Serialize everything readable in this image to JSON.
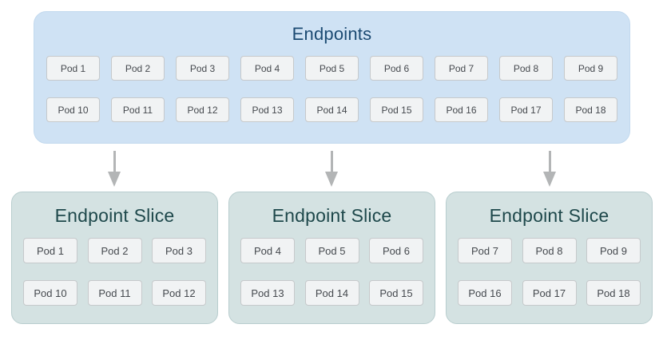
{
  "endpoints": {
    "title": "Endpoints",
    "pods_row1": [
      "Pod 1",
      "Pod 2",
      "Pod 3",
      "Pod 4",
      "Pod 5",
      "Pod 6",
      "Pod 7",
      "Pod 8",
      "Pod 9"
    ],
    "pods_row2": [
      "Pod 10",
      "Pod 11",
      "Pod 12",
      "Pod 13",
      "Pod 14",
      "Pod 15",
      "Pod 16",
      "Pod 17",
      "Pod 18"
    ]
  },
  "slices": [
    {
      "title": "Endpoint Slice",
      "pods_row1": [
        "Pod 1",
        "Pod 2",
        "Pod 3"
      ],
      "pods_row2": [
        "Pod 10",
        "Pod 11",
        "Pod 12"
      ]
    },
    {
      "title": "Endpoint Slice",
      "pods_row1": [
        "Pod 4",
        "Pod 5",
        "Pod 6"
      ],
      "pods_row2": [
        "Pod 13",
        "Pod 14",
        "Pod 15"
      ]
    },
    {
      "title": "Endpoint Slice",
      "pods_row1": [
        "Pod 7",
        "Pod 8",
        "Pod 9"
      ],
      "pods_row2": [
        "Pod 16",
        "Pod 17",
        "Pod 18"
      ]
    }
  ],
  "icons": {
    "arrow": "arrow-down-icon"
  },
  "colors": {
    "endpoints_box_bg": "#cfe2f4",
    "endpoints_title_text": "#1b4a72",
    "slice_box_bg": "#d4e2e2",
    "slice_title_text": "#1e484b",
    "pod_bg": "#f1f3f4",
    "pod_border": "#c6c9cb",
    "pod_text": "#45494e",
    "arrow": "#b3b5b6",
    "background": "#ffffff"
  }
}
